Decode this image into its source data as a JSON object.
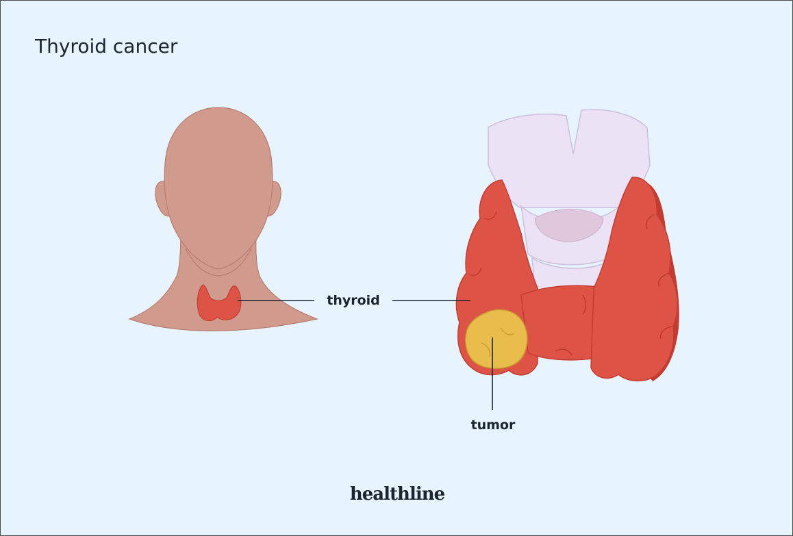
{
  "title": "Thyroid cancer",
  "labels": {
    "thyroid": "thyroid",
    "tumor": "tumor"
  },
  "logo": "healthline",
  "colors": {
    "background": "#e7f4fd",
    "skin": "#d09a8d",
    "skin_outline": "#b87c6f",
    "thyroid": "#dd5447",
    "thyroid_shadow": "#c43c31",
    "cartilage": "#ece2f5",
    "tumor": "#e9bd4c",
    "text": "#1c2430"
  },
  "icons": {
    "head": "head-silhouette-icon",
    "thyroid_small": "thyroid-gland-icon",
    "thyroid_large": "thyroid-gland-closeup",
    "tumor": "tumor-nodule-icon"
  }
}
